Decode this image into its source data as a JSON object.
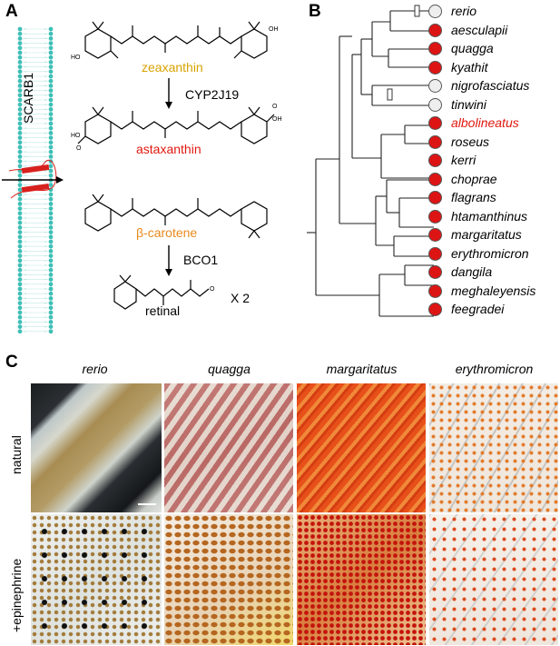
{
  "panel_letters": {
    "a": "A",
    "b": "B",
    "c": "C"
  },
  "panel_a": {
    "membrane_label": "SCARB1",
    "molecules": {
      "zeaxanthin": "zeaxanthin",
      "astaxanthin": "astaxanthin",
      "beta_carotene": "β-carotene",
      "retinal": "retinal"
    },
    "enzymes": {
      "cyp": "CYP2J19",
      "bco": "BCO1"
    },
    "multiplier": "X 2",
    "atoms": {
      "oh": "OH",
      "ho": "HO",
      "o": "O"
    },
    "colors": {
      "zeaxanthin": "#d9a300",
      "astaxanthin": "#e0190f",
      "beta_carotene": "#e8891c",
      "membrane": "#3fbfb6",
      "transporter": "#d8201d"
    }
  },
  "panel_b": {
    "species": [
      {
        "name": "rerio",
        "filled": false,
        "highlight": false
      },
      {
        "name": "aesculapii",
        "filled": true,
        "highlight": false
      },
      {
        "name": "quagga",
        "filled": true,
        "highlight": false
      },
      {
        "name": "kyathit",
        "filled": true,
        "highlight": false
      },
      {
        "name": "nigrofasciatus",
        "filled": false,
        "highlight": false
      },
      {
        "name": "tinwini",
        "filled": false,
        "highlight": false
      },
      {
        "name": "albolineatus",
        "filled": true,
        "highlight": true
      },
      {
        "name": "roseus",
        "filled": true,
        "highlight": false
      },
      {
        "name": "kerri",
        "filled": true,
        "highlight": false
      },
      {
        "name": "choprae",
        "filled": true,
        "highlight": false
      },
      {
        "name": "flagrans",
        "filled": true,
        "highlight": false
      },
      {
        "name": "htamanthinus",
        "filled": true,
        "highlight": false
      },
      {
        "name": "margaritatus",
        "filled": true,
        "highlight": false
      },
      {
        "name": "erythromicron",
        "filled": true,
        "highlight": false
      },
      {
        "name": "dangila",
        "filled": true,
        "highlight": false
      },
      {
        "name": "meghaleyensis",
        "filled": true,
        "highlight": false
      },
      {
        "name": "feegradei",
        "filled": true,
        "highlight": false
      }
    ],
    "colors": {
      "filled": "#dd1414",
      "empty": "#eeeeee",
      "highlight_text": "#e0190f"
    }
  },
  "panel_c": {
    "columns": [
      "rerio",
      "quagga",
      "margaritatus",
      "erythromicron"
    ],
    "rows": [
      "natural",
      "+epinephrine"
    ]
  }
}
